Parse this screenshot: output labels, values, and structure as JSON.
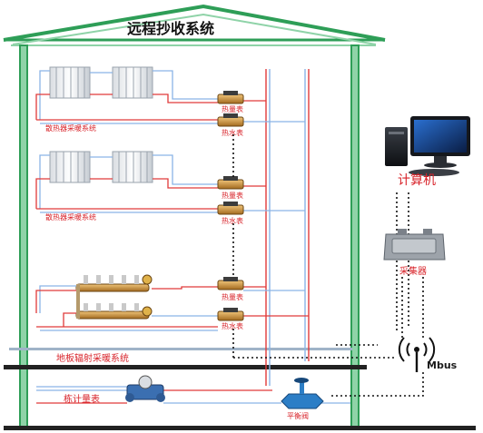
{
  "title": "远程抄收系统",
  "labels": {
    "radiator_system_1": "散热器采暖系统",
    "radiator_system_2": "散热器采暖系统",
    "floor_heating": "地板辐射采暖系统",
    "heat_meter_1": "热量表",
    "heat_meter_2": "热量表",
    "heat_meter_3": "热量表",
    "water_meter_1": "热水表",
    "water_meter_2": "热水表",
    "water_meter_3": "热水表",
    "computer": "计算机",
    "collector": "采集器",
    "mbus": "Mbus",
    "building_meter": "栋计量表",
    "balance_valve": "平衡阀"
  },
  "colors": {
    "wall": "#2e9e57",
    "wall_light": "#8fd3a8",
    "pipe_red": "#e03a3a",
    "pipe_blue": "#8ab4e6",
    "label_red": "#d8232a",
    "floor_dark": "#222222"
  }
}
